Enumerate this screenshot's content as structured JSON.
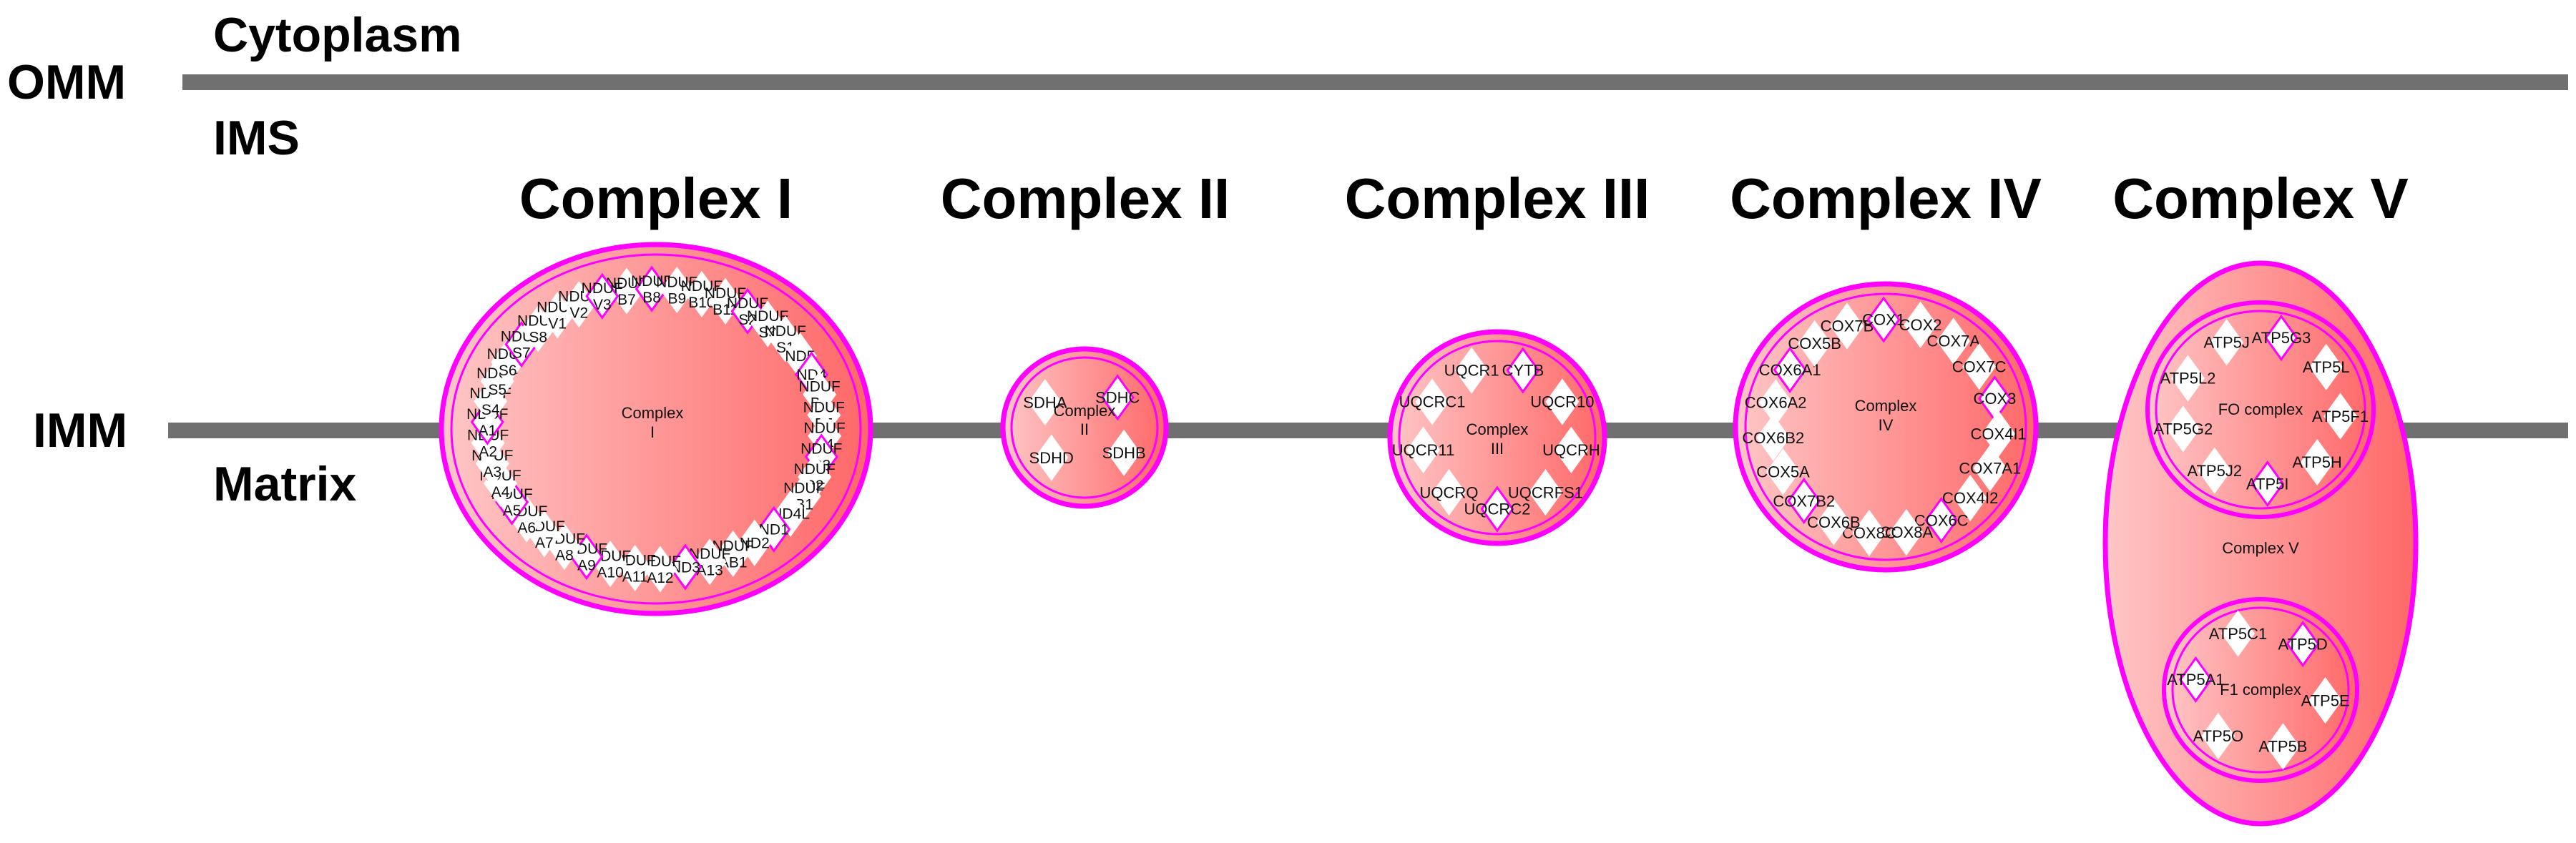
{
  "regions": {
    "cytoplasm": "Cytoplasm",
    "omm": "OMM",
    "ims": "IMS",
    "imm": "IMM",
    "matrix": "Matrix"
  },
  "colors": {
    "membrane": "#707070",
    "complex_border": "#ff00ff",
    "complex_fill_light": "#ffc4c4",
    "complex_fill_dark": "#ff6666",
    "protein_fill": "#ffffff"
  },
  "complexes": [
    {
      "title": "Complex I",
      "center_label": "Complex I",
      "center_lines": [
        "Complex",
        "I"
      ],
      "proteins": [
        "NDUF B7",
        "NDUF B8",
        "NDUF B9",
        "NDUF B10",
        "NDUF B11",
        "NDUF S2",
        "NDUF S3",
        "NDUF S1",
        "ND5",
        "ND4",
        "NDUF B6",
        "NDUF B5",
        "NDUF B4",
        "NDUF B3",
        "NDUF B2",
        "NDUF B1",
        "ND4L",
        "ND1",
        "ND2",
        "NDUF AB1",
        "NDUF A13",
        "ND3",
        "NDUF A12",
        "NDUF A11",
        "NDUF A10",
        "NDUF A9",
        "NDUF A8",
        "NDUF A7",
        "NDUF A6",
        "NDUF A5",
        "NDUF A4",
        "NDUF A3",
        "NDUF A2",
        "NDUF A1",
        "NDUF S4",
        "NDUF S5",
        "NDUF S6",
        "NDUF S7",
        "NDUF S8",
        "NDUF V1",
        "NDUF V2",
        "NDUF V3"
      ]
    },
    {
      "title": "Complex II",
      "center_label": "Complex II",
      "center_lines": [
        "Complex",
        "II"
      ],
      "proteins": [
        "SDHA",
        "SDHC",
        "SDHB",
        "SDHD"
      ]
    },
    {
      "title": "Complex III",
      "center_label": "Complex III",
      "center_lines": [
        "Complex",
        "III"
      ],
      "proteins": [
        "UQCR1",
        "CYTB",
        "UQCR10",
        "UQCRH",
        "UQCRFS1",
        "UQCRC2",
        "UQCRQ",
        "UQCR11",
        "UQCRC1"
      ]
    },
    {
      "title": "Complex IV",
      "center_label": "Complex IV",
      "center_lines": [
        "Complex",
        "IV"
      ],
      "proteins": [
        "COX7B",
        "COX1",
        "COX2",
        "COX7A",
        "COX7C",
        "COX3",
        "COX4I1",
        "COX7A1",
        "COX4I2",
        "COX6C",
        "COX8A",
        "COX8C",
        "COX6B",
        "COX7B2",
        "COX5A",
        "COX6B2",
        "COX6A2",
        "COX6A1",
        "COX5B"
      ]
    },
    {
      "title": "Complex V",
      "center_label": "Complex V",
      "fo_label": "FO complex",
      "f1_label": "F1 complex",
      "fo_proteins": [
        "ATP5J",
        "ATP5G3",
        "ATP5L",
        "ATP5F1",
        "ATP5H",
        "ATP5I",
        "ATP5J2",
        "ATP5G2",
        "ATP5L2"
      ],
      "f1_proteins": [
        "ATP5C1",
        "ATP5D",
        "ATP5E",
        "ATP5B",
        "ATP5O",
        "ATP5A1"
      ]
    }
  ]
}
